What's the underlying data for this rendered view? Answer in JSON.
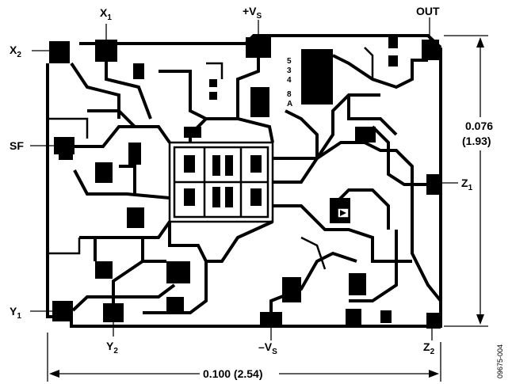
{
  "pins": {
    "x1": {
      "main": "X",
      "sub": "1"
    },
    "x2": {
      "main": "X",
      "sub": "2"
    },
    "vs_pos": {
      "main": "+V",
      "sub": "S"
    },
    "out": {
      "main": "OUT",
      "sub": ""
    },
    "sf": {
      "main": "SF",
      "sub": ""
    },
    "z1": {
      "main": "Z",
      "sub": "1"
    },
    "y1": {
      "main": "Y",
      "sub": "1"
    },
    "y2": {
      "main": "Y",
      "sub": "2"
    },
    "vs_neg": {
      "main": "–V",
      "sub": "S"
    },
    "z2": {
      "main": "Z",
      "sub": "2"
    }
  },
  "die_marking": [
    "5",
    "3",
    "4",
    "8",
    "A"
  ],
  "dimensions": {
    "height_in": "0.076",
    "height_mm": "(1.93)",
    "width": "0.100 (2.54)"
  },
  "figure_id": "09675-004"
}
